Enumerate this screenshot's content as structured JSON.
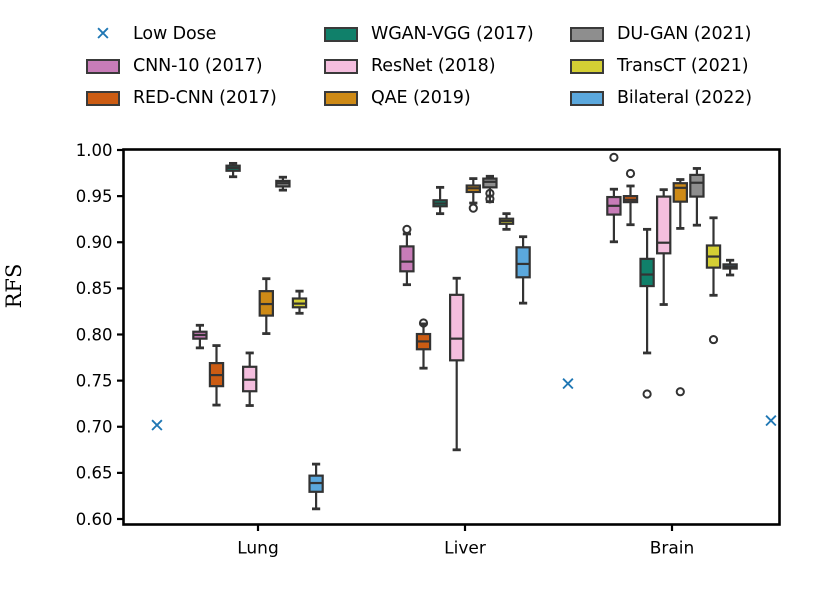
{
  "chart_data": {
    "type": "box",
    "title": "",
    "xlabel": "",
    "ylabel": "RFS",
    "ylim": [
      0.6,
      1.0
    ],
    "yticks": [
      "0.60",
      "0.65",
      "0.70",
      "0.75",
      "0.80",
      "0.85",
      "0.90",
      "0.95",
      "1.00"
    ],
    "ytick_values": [
      0.6,
      0.65,
      0.7,
      0.75,
      0.8,
      0.85,
      0.9,
      0.95,
      1.0
    ],
    "categories": [
      "Lung",
      "Liver",
      "Brain"
    ],
    "grid": false,
    "legend_position": "above-axes",
    "legend": [
      {
        "label": "Low Dose",
        "color": "#1f77b4",
        "marker": "x"
      },
      {
        "label": "CNN-10 (2017)",
        "color": "#c87cb8",
        "marker": "box"
      },
      {
        "label": "RED-CNN (2017)",
        "color": "#cc5c13",
        "marker": "box"
      },
      {
        "label": "WGAN-VGG (2017)",
        "color": "#10806a",
        "marker": "box"
      },
      {
        "label": "ResNet (2018)",
        "color": "#f4bede",
        "marker": "box"
      },
      {
        "label": "QAE (2019)",
        "color": "#ce8a16",
        "marker": "box"
      },
      {
        "label": "DU-GAN (2021)",
        "color": "#8e8e8e",
        "marker": "box"
      },
      {
        "label": "TransCT (2021)",
        "color": "#d4cf34",
        "marker": "box"
      },
      {
        "label": "Bilateral (2022)",
        "color": "#5ba8dd",
        "marker": "box"
      }
    ],
    "low_dose_points": [
      {
        "group": "Lung",
        "value": 0.702
      },
      {
        "group": "Liver",
        "value": 0.747
      },
      {
        "group": "Brain",
        "value": 0.707
      }
    ],
    "series": [
      {
        "name": "CNN-10 (2017)",
        "color": "#c87cb8",
        "boxes": [
          {
            "group": "Lung",
            "whisker_low": 0.7855,
            "q1": 0.7955,
            "median": 0.7995,
            "q3": 0.803,
            "whisker_high": 0.81,
            "outliers": []
          },
          {
            "group": "Liver",
            "whisker_low": 0.854,
            "q1": 0.8685,
            "median": 0.879,
            "q3": 0.8955,
            "whisker_high": 0.909,
            "outliers": [
              0.914
            ]
          },
          {
            "group": "Brain",
            "whisker_low": 0.9005,
            "q1": 0.93,
            "median": 0.9395,
            "q3": 0.949,
            "whisker_high": 0.9575,
            "outliers": [
              0.992
            ]
          }
        ]
      },
      {
        "name": "RED-CNN (2017)",
        "color": "#cc5c13",
        "boxes": [
          {
            "group": "Lung",
            "whisker_low": 0.7235,
            "q1": 0.744,
            "median": 0.756,
            "q3": 0.769,
            "whisker_high": 0.788,
            "outliers": []
          },
          {
            "group": "Liver",
            "whisker_low": 0.7635,
            "q1": 0.784,
            "median": 0.7925,
            "q3": 0.8005,
            "whisker_high": 0.8115,
            "outliers": [
              0.8125
            ]
          },
          {
            "group": "Brain",
            "whisker_low": 0.919,
            "q1": 0.9435,
            "median": 0.946,
            "q3": 0.95,
            "whisker_high": 0.961,
            "outliers": [
              0.9745
            ]
          }
        ]
      },
      {
        "name": "WGAN-VGG (2017)",
        "color": "#10806a",
        "boxes": [
          {
            "group": "Lung",
            "whisker_low": 0.971,
            "q1": 0.9775,
            "median": 0.9805,
            "q3": 0.983,
            "whisker_high": 0.9855,
            "outliers": []
          },
          {
            "group": "Liver",
            "whisker_low": 0.931,
            "q1": 0.939,
            "median": 0.942,
            "q3": 0.9455,
            "whisker_high": 0.9595,
            "outliers": []
          },
          {
            "group": "Brain",
            "whisker_low": 0.78,
            "q1": 0.8525,
            "median": 0.865,
            "q3": 0.882,
            "whisker_high": 0.914,
            "outliers": [
              0.7355
            ]
          }
        ]
      },
      {
        "name": "ResNet (2018)",
        "color": "#f4bede",
        "boxes": [
          {
            "group": "Lung",
            "whisker_low": 0.723,
            "q1": 0.7385,
            "median": 0.751,
            "q3": 0.765,
            "whisker_high": 0.78,
            "outliers": []
          },
          {
            "group": "Liver",
            "whisker_low": 0.675,
            "q1": 0.772,
            "median": 0.7955,
            "q3": 0.843,
            "whisker_high": 0.861,
            "outliers": []
          },
          {
            "group": "Brain",
            "whisker_low": 0.8325,
            "q1": 0.888,
            "median": 0.8995,
            "q3": 0.9495,
            "whisker_high": 0.957,
            "outliers": []
          }
        ]
      },
      {
        "name": "QAE (2019)",
        "color": "#ce8a16",
        "boxes": [
          {
            "group": "Lung",
            "whisker_low": 0.801,
            "q1": 0.8205,
            "median": 0.833,
            "q3": 0.847,
            "whisker_high": 0.8605,
            "outliers": []
          },
          {
            "group": "Liver",
            "whisker_low": 0.9425,
            "q1": 0.9545,
            "median": 0.9585,
            "q3": 0.9615,
            "whisker_high": 0.969,
            "outliers": [
              0.937
            ]
          },
          {
            "group": "Brain",
            "whisker_low": 0.915,
            "q1": 0.944,
            "median": 0.959,
            "q3": 0.964,
            "whisker_high": 0.968,
            "outliers": [
              0.738
            ]
          }
        ]
      },
      {
        "name": "DU-GAN (2021)",
        "color": "#8e8e8e",
        "boxes": [
          {
            "group": "Lung",
            "whisker_low": 0.9565,
            "q1": 0.9605,
            "median": 0.964,
            "q3": 0.9665,
            "whisker_high": 0.9705,
            "outliers": []
          },
          {
            "group": "Liver",
            "whisker_low": 0.944,
            "q1": 0.9595,
            "median": 0.9655,
            "q3": 0.969,
            "whisker_high": 0.9715,
            "outliers": [
              0.947,
              0.953
            ]
          },
          {
            "group": "Brain",
            "whisker_low": 0.9185,
            "q1": 0.9495,
            "median": 0.9645,
            "q3": 0.973,
            "whisker_high": 0.98,
            "outliers": []
          }
        ]
      },
      {
        "name": "TransCT (2021)",
        "color": "#d4cf34",
        "boxes": [
          {
            "group": "Lung",
            "whisker_low": 0.823,
            "q1": 0.8295,
            "median": 0.8335,
            "q3": 0.839,
            "whisker_high": 0.847,
            "outliers": []
          },
          {
            "group": "Liver",
            "whisker_low": 0.914,
            "q1": 0.92,
            "median": 0.923,
            "q3": 0.9255,
            "whisker_high": 0.931,
            "outliers": []
          },
          {
            "group": "Brain",
            "whisker_low": 0.8425,
            "q1": 0.8725,
            "median": 0.8845,
            "q3": 0.8965,
            "whisker_high": 0.9265,
            "outliers": [
              0.7945
            ]
          }
        ]
      },
      {
        "name": "Bilateral (2022)",
        "color": "#5ba8dd",
        "boxes": [
          {
            "group": "Lung",
            "whisker_low": 0.611,
            "q1": 0.6295,
            "median": 0.639,
            "q3": 0.647,
            "whisker_high": 0.6595,
            "outliers": []
          },
          {
            "group": "Liver",
            "whisker_low": 0.834,
            "q1": 0.862,
            "median": 0.8765,
            "q3": 0.8945,
            "whisker_high": 0.906,
            "outliers": []
          },
          {
            "group": "Brain",
            "whisker_low": 0.8645,
            "q1": 0.8715,
            "median": 0.8735,
            "q3": 0.876,
            "whisker_high": 0.8805,
            "outliers": []
          }
        ]
      }
    ]
  }
}
